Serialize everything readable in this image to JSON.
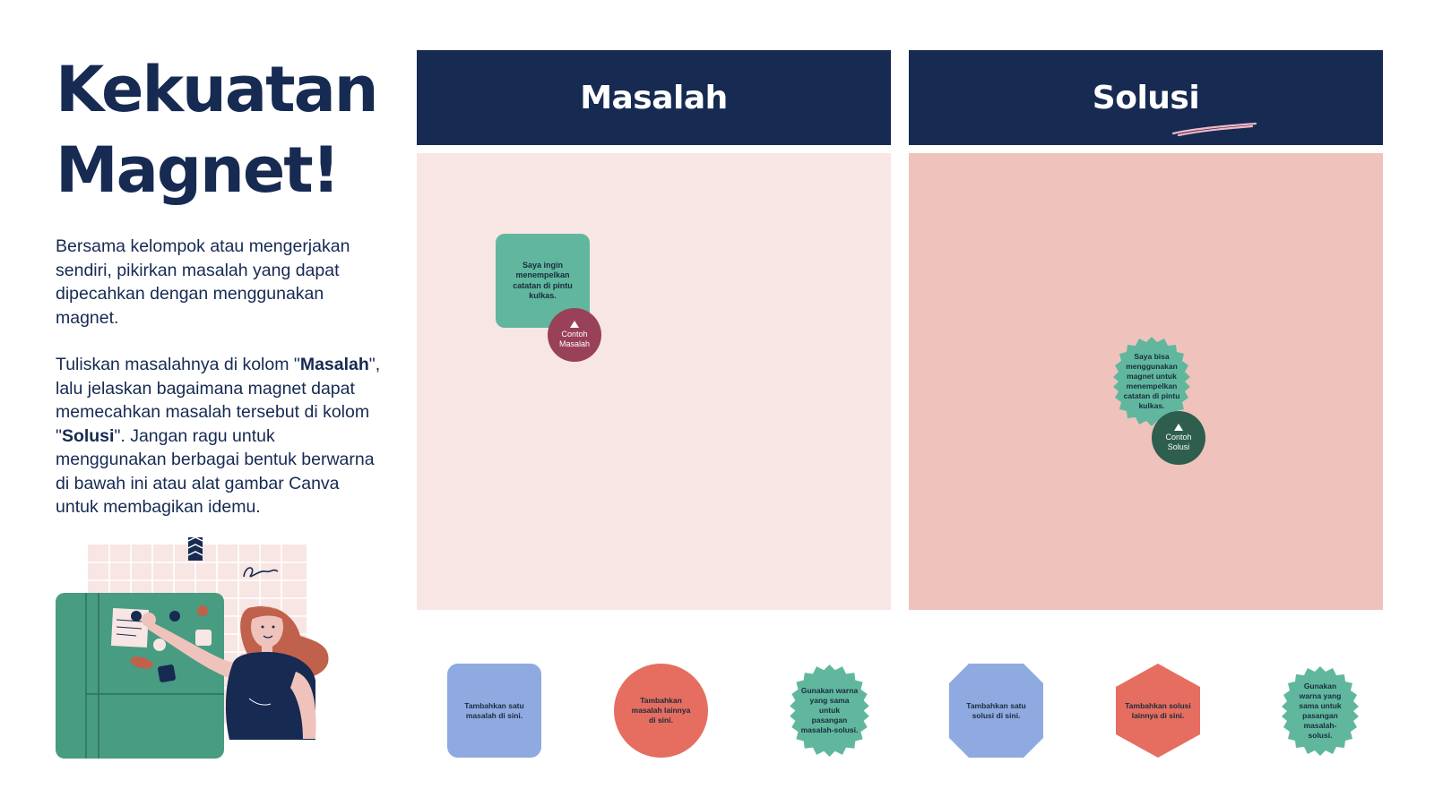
{
  "title": {
    "line1": "Kekuatan",
    "line2": "Magnet!"
  },
  "description": {
    "p1": "Bersama kelompok atau mengerjakan sendiri, pikirkan masalah yang dapat dipecahkan dengan menggunakan magnet.",
    "p2_a": "Tuliskan masalahnya di kolom \"",
    "p2_b": "Masalah",
    "p2_c": "\", lalu jelaskan bagaimana magnet dapat memecahkan masalah tersebut di kolom \"",
    "p2_d": "Solusi",
    "p2_e": "\". Jangan ragu untuk menggunakan berbagai bentuk berwarna di bawah ini atau alat gambar Canva untuk membagikan idemu."
  },
  "board": {
    "problem_header": "Masalah",
    "solution_header": "Solusi",
    "problem_example_note": "Saya ingin menempelkan catatan di pintu kulkas.",
    "problem_example_tag": "Contoh Masalah",
    "solution_example_note": "Saya bisa menggunakan magnet untuk menempelkan catatan di pintu kulkas.",
    "solution_example_tag": "Contoh Solusi"
  },
  "shapes": [
    {
      "text": "Tambahkan satu masalah di sini.",
      "shape": "rounded-square",
      "color": "#8faae0"
    },
    {
      "text": "Tambahkan masalah lainnya di sini.",
      "shape": "circle",
      "color": "#e56e60"
    },
    {
      "text": "Gunakan warna yang sama untuk pasangan masalah-solusi.",
      "shape": "scallop",
      "color": "#60b79e"
    },
    {
      "text": "Tambahkan satu solusi di sini.",
      "shape": "octagon",
      "color": "#8faae0"
    },
    {
      "text": "Tambahkan solusi lainnya di sini.",
      "shape": "hexagon",
      "color": "#e56e60"
    },
    {
      "text": "Gunakan warna yang sama untuk pasangan masalah-solusi.",
      "shape": "scallop",
      "color": "#60b79e"
    }
  ],
  "colors": {
    "navy": "#162a52",
    "problem_bg": "#f8e6e4",
    "solution_bg": "#efc3bc",
    "teal": "#60b79e",
    "maroon": "#994158",
    "dark_green": "#2d5e4e"
  },
  "icons": {
    "illustration": "woman-fridge-magnets-illustration",
    "underline": "pink-underline-stroke"
  }
}
